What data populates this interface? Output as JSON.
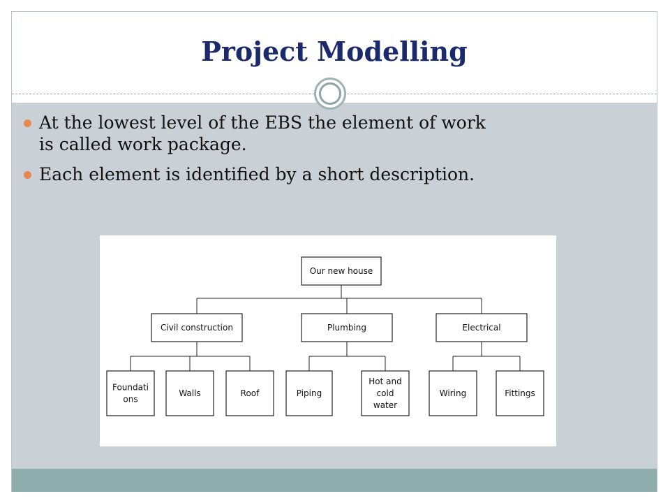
{
  "slide": {
    "title": "Project Modelling",
    "bullets": [
      {
        "lines": [
          "At the lowest level of the EBS the element of work",
          "is called work package."
        ]
      },
      {
        "lines": [
          "Each element is identified by a short description."
        ]
      }
    ]
  },
  "diagram": {
    "root": "Our new house",
    "branches": [
      {
        "label": "Civil construction",
        "children": [
          [
            "Foundati",
            "ons"
          ],
          [
            "Walls"
          ],
          [
            "Roof"
          ]
        ]
      },
      {
        "label": "Plumbing",
        "children": [
          [
            "Piping"
          ],
          [
            "Hot and",
            "cold",
            "water"
          ]
        ]
      },
      {
        "label": "Electrical",
        "children": [
          [
            "Wiring"
          ],
          [
            "Fittings"
          ]
        ]
      }
    ]
  },
  "colors": {
    "title": "#1a2a6c",
    "bullet": "#e8874f",
    "content_bg": "#c9d1d6",
    "footer": "#8eaeae"
  }
}
